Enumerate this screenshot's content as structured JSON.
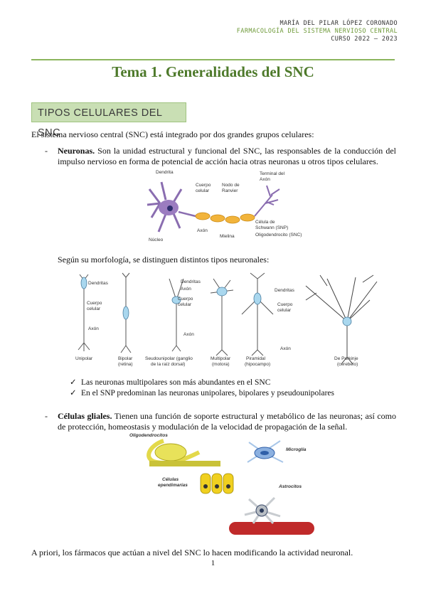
{
  "header": {
    "line1": "MARÍA DEL PILAR LÓPEZ CORONADO",
    "line2": "FARMACOLOGÍA DEL SISTEMA NERVIOSO CENTRAL",
    "line3": "CURSO 2022 – 2023"
  },
  "title": "Tema 1. Generalidades del SNC",
  "section": "TIPOS CELULARES DEL SNC",
  "intro": "El sistema nervioso central (SNC) está integrado por dos grandes grupos celulares:",
  "neuronas": {
    "dash": "-",
    "bold": "Neuronas.",
    "text": " Son la unidad estructural y funcional del SNC, las responsables de la conducción del impulso nervioso en forma de potencial de acción hacia otras neuronas u otros tipos celulares."
  },
  "fig1": {
    "dendrita": "Dendrita",
    "cuerpo": "Cuerpo",
    "celular": "celular",
    "nodo": "Nodo de",
    "ranvier": "Ranvier",
    "terminal": "Terminal del",
    "axon_t": "Axón",
    "schwann1": "Célula de",
    "schwann2": "Schwann (SNP)",
    "oligo": "Oligodendrocito (SNC)",
    "axon": "Axón",
    "mielina": "Mielina",
    "nucleo": "Núcleo"
  },
  "morfologia": "Según su morfología, se distinguen distintos tipos neuronales:",
  "fig2": {
    "dendritas1": "Dendritas",
    "cuerpo1": "Cuerpo",
    "celular1": "celular",
    "axon1": "Axón",
    "unipolar": "Unipolar",
    "bipolar": "Bipolar",
    "retina": "(retina)",
    "dendritas2": "Dendritas",
    "axon2a": "Axón",
    "cuerpo2": "Cuerpo",
    "celular2": "celular",
    "axon2": "Axón",
    "seudo1": "Seudounipolar (ganglio",
    "seudo2": "de la raíz dorsal)",
    "multipolar": "Multipolar",
    "motora": "(motora)",
    "dendritas3": "Dendritas",
    "cuerpo3": "Cuerpo",
    "celular3": "celular",
    "axon3": "Axón",
    "piramidal": "Piramidal",
    "hipocampo": "(hipocampo)",
    "purkinje": "De Purkinje",
    "cerebelo": "(cerebelo)"
  },
  "checks": [
    "Las neuronas multipolares son más abundantes en el SNC",
    "En el SNP predominan las neuronas unipolares, bipolares y pseudounipolares"
  ],
  "check_mark": "✓",
  "gliales": {
    "dash": "-",
    "bold": "Células gliales.",
    "text": " Tienen una función de soporte estructural y metabólico de las neuronas; así como de protección, homeostasis y modulación de la velocidad de propagación de la señal."
  },
  "fig3": {
    "oligo": "Oligodendrocitos",
    "microglia": "Microglía",
    "celulas": "Células",
    "ependimarias": "ependimarias",
    "astrocitos": "Astrocitos"
  },
  "conclusion": "A priori, los fármacos que actúan a nivel del SNC lo hacen modificando la actividad neuronal.",
  "page_number": "1",
  "colors": {
    "accent": "#4e7a2b",
    "section_bg": "#c9dfb4",
    "rule": "#8bb55d"
  }
}
